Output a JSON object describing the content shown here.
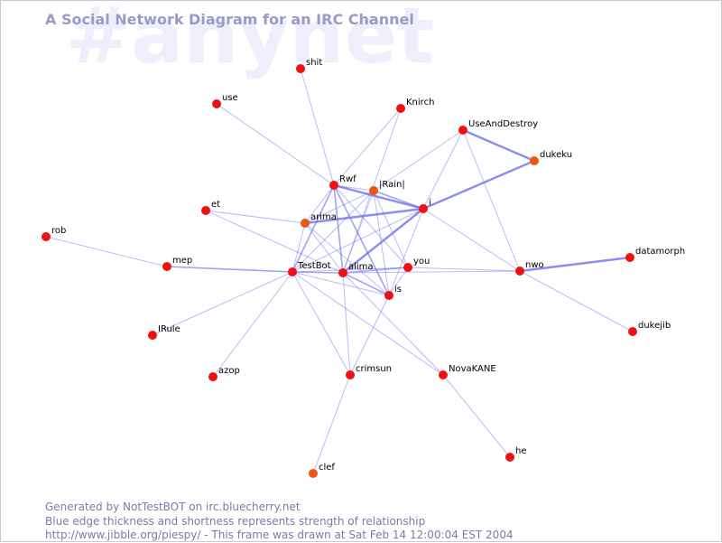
{
  "title": "A Social Network Diagram for an IRC Channel",
  "watermark": "#anynet",
  "footer": {
    "line1": "Generated by NotTestBOT on irc.bluecherry.net",
    "line2": "Blue edge thickness and shortness represents strength of relationship",
    "line3": "http://www.jibble.org/piespy/ - This frame was drawn at Sat Feb 14 12:00:04 EST 2004"
  },
  "colors": {
    "node_red": "#ee1111",
    "node_orange": "#ee5511",
    "edge": "#6666ee",
    "title": "#9a9ac8",
    "watermark": "#eeeefc"
  },
  "nodes": [
    {
      "id": "shit",
      "label": "shit",
      "color": "red"
    },
    {
      "id": "use",
      "label": "use",
      "color": "red"
    },
    {
      "id": "Knirch",
      "label": "Knirch",
      "color": "red"
    },
    {
      "id": "UseAndDestroy",
      "label": "UseAndDestroy",
      "color": "red"
    },
    {
      "id": "dukeku",
      "label": "dukeku",
      "color": "orange"
    },
    {
      "id": "Rwf",
      "label": "Rwf",
      "color": "red"
    },
    {
      "id": "Rain",
      "label": "|Rain|",
      "color": "orange"
    },
    {
      "id": "i",
      "label": "i",
      "color": "red"
    },
    {
      "id": "et",
      "label": "et",
      "color": "red"
    },
    {
      "id": "arima",
      "label": "arima",
      "color": "orange"
    },
    {
      "id": "rob",
      "label": "rob",
      "color": "red"
    },
    {
      "id": "mep",
      "label": "mep",
      "color": "red"
    },
    {
      "id": "TestBot",
      "label": "TestBot",
      "color": "red"
    },
    {
      "id": "alima",
      "label": "alima",
      "color": "red"
    },
    {
      "id": "you",
      "label": "you",
      "color": "red"
    },
    {
      "id": "nwo",
      "label": "nwo",
      "color": "red"
    },
    {
      "id": "datamorph",
      "label": "datamorph",
      "color": "red"
    },
    {
      "id": "is",
      "label": "is",
      "color": "red"
    },
    {
      "id": "IRule",
      "label": "IRule",
      "color": "red"
    },
    {
      "id": "dukejib",
      "label": "dukejib",
      "color": "red"
    },
    {
      "id": "azop",
      "label": "azop",
      "color": "red"
    },
    {
      "id": "crimsun",
      "label": "crimsun",
      "color": "red"
    },
    {
      "id": "NovaKANE",
      "label": "NovaKANE",
      "color": "red"
    },
    {
      "id": "he",
      "label": "he",
      "color": "red"
    },
    {
      "id": "clef",
      "label": "clef",
      "color": "orange"
    }
  ],
  "edges": [
    {
      "source": "shit",
      "target": "Rwf",
      "weight": 1
    },
    {
      "source": "use",
      "target": "Rwf",
      "weight": 1
    },
    {
      "source": "Knirch",
      "target": "Rwf",
      "weight": 1
    },
    {
      "source": "Knirch",
      "target": "alima",
      "weight": 1
    },
    {
      "source": "UseAndDestroy",
      "target": "i",
      "weight": 1
    },
    {
      "source": "UseAndDestroy",
      "target": "Rain",
      "weight": 1
    },
    {
      "source": "UseAndDestroy",
      "target": "dukeku",
      "weight": 3
    },
    {
      "source": "UseAndDestroy",
      "target": "nwo",
      "weight": 1
    },
    {
      "source": "dukeku",
      "target": "i",
      "weight": 3
    },
    {
      "source": "Rwf",
      "target": "i",
      "weight": 3
    },
    {
      "source": "Rwf",
      "target": "arima",
      "weight": 1
    },
    {
      "source": "Rwf",
      "target": "TestBot",
      "weight": 2
    },
    {
      "source": "Rwf",
      "target": "alima",
      "weight": 2
    },
    {
      "source": "Rwf",
      "target": "you",
      "weight": 1
    },
    {
      "source": "Rwf",
      "target": "is",
      "weight": 2
    },
    {
      "source": "Rwf",
      "target": "Rain",
      "weight": 1
    },
    {
      "source": "Rain",
      "target": "i",
      "weight": 2
    },
    {
      "source": "Rain",
      "target": "arima",
      "weight": 1
    },
    {
      "source": "Rain",
      "target": "TestBot",
      "weight": 1
    },
    {
      "source": "Rain",
      "target": "alima",
      "weight": 1
    },
    {
      "source": "Rain",
      "target": "is",
      "weight": 1
    },
    {
      "source": "Rain",
      "target": "you",
      "weight": 1
    },
    {
      "source": "i",
      "target": "arima",
      "weight": 3
    },
    {
      "source": "i",
      "target": "alima",
      "weight": 3
    },
    {
      "source": "i",
      "target": "TestBot",
      "weight": 1
    },
    {
      "source": "i",
      "target": "is",
      "weight": 1
    },
    {
      "source": "i",
      "target": "nwo",
      "weight": 1
    },
    {
      "source": "et",
      "target": "arima",
      "weight": 1
    },
    {
      "source": "et",
      "target": "alima",
      "weight": 1
    },
    {
      "source": "arima",
      "target": "TestBot",
      "weight": 1
    },
    {
      "source": "arima",
      "target": "alima",
      "weight": 1
    },
    {
      "source": "arima",
      "target": "is",
      "weight": 1
    },
    {
      "source": "rob",
      "target": "mep",
      "weight": 1
    },
    {
      "source": "mep",
      "target": "TestBot",
      "weight": 2
    },
    {
      "source": "TestBot",
      "target": "alima",
      "weight": 2
    },
    {
      "source": "TestBot",
      "target": "is",
      "weight": 1
    },
    {
      "source": "TestBot",
      "target": "IRule",
      "weight": 1
    },
    {
      "source": "TestBot",
      "target": "azop",
      "weight": 1
    },
    {
      "source": "TestBot",
      "target": "you",
      "weight": 1
    },
    {
      "source": "TestBot",
      "target": "NovaKANE",
      "weight": 1
    },
    {
      "source": "TestBot",
      "target": "crimsun",
      "weight": 1
    },
    {
      "source": "alima",
      "target": "you",
      "weight": 2
    },
    {
      "source": "alima",
      "target": "nwo",
      "weight": 1
    },
    {
      "source": "alima",
      "target": "is",
      "weight": 2
    },
    {
      "source": "alima",
      "target": "crimsun",
      "weight": 1
    },
    {
      "source": "you",
      "target": "nwo",
      "weight": 1
    },
    {
      "source": "you",
      "target": "is",
      "weight": 1
    },
    {
      "source": "nwo",
      "target": "datamorph",
      "weight": 3
    },
    {
      "source": "nwo",
      "target": "dukejib",
      "weight": 1
    },
    {
      "source": "is",
      "target": "crimsun",
      "weight": 1
    },
    {
      "source": "NovaKANE",
      "target": "he",
      "weight": 1
    },
    {
      "source": "NovaKANE",
      "target": "alima",
      "weight": 1
    },
    {
      "source": "crimsun",
      "target": "clef",
      "weight": 1
    }
  ]
}
